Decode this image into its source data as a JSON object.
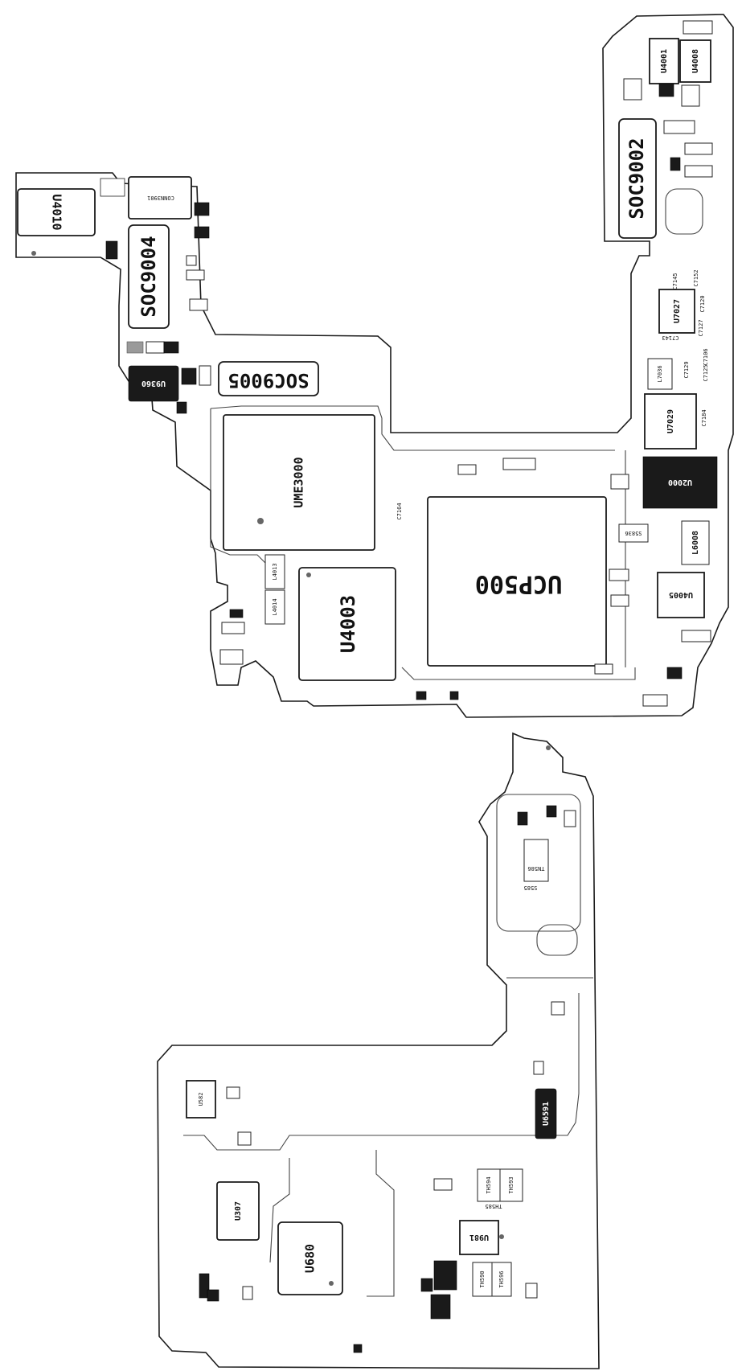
{
  "components": {
    "u4010": "U4010",
    "conn3901": "CONN3901",
    "soc9004": "SOC9004",
    "u9360": "U9360",
    "soc9005": "SOC9005",
    "ume3000": "UME3000",
    "u4003": "U4003",
    "l4013": "L4013",
    "l4014": "L4014",
    "ucp500": "UCP500",
    "u4001": "U4001",
    "u4008": "U4008",
    "soc9002": "SOC9002",
    "u7027": "U7027",
    "l7036": "L7036",
    "u7029": "U7029",
    "u2000": "U2000",
    "l6008": "L6008",
    "u4005": "U4005",
    "s5836": "S5836",
    "c7164": "C7164",
    "c7145": "C7145",
    "c7152": "C7152",
    "c7143": "C7143",
    "c7127": "C7127",
    "c7120": "C7120",
    "c7106": "C7106",
    "c7125": "C7125",
    "c7129": "C7129",
    "c7184": "C7184",
    "tn586": "TN586",
    "s585": "S585",
    "u582": "U582",
    "u6591": "U6591",
    "u307": "U307",
    "u680": "U680",
    "th594": "TH594",
    "th593": "TH593",
    "th585": "TH585",
    "u981": "U981",
    "th590": "TH590",
    "th596": "TH596"
  }
}
